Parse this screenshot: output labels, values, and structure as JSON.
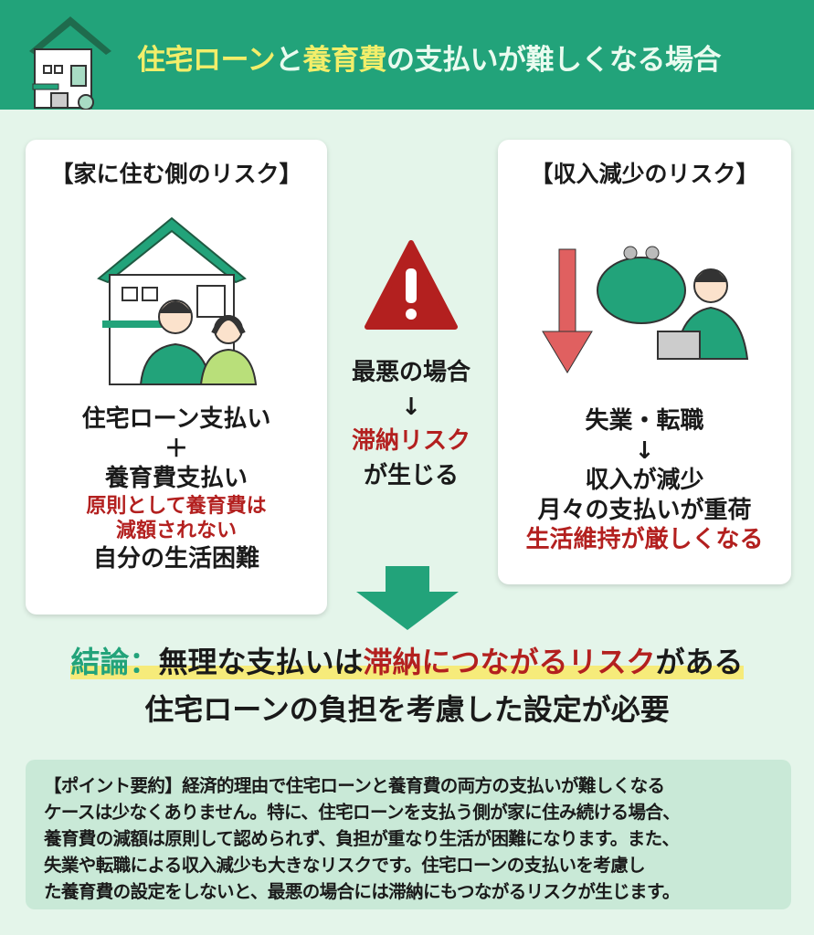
{
  "header": {
    "title_hl1": "住宅ローン",
    "title_mid": "と",
    "title_hl2": "養育費",
    "title_rest": "の支払いが難しくなる場合"
  },
  "left": {
    "title": "【家に住む側のリスク】",
    "line1": "住宅ローン支払い",
    "plus": "＋",
    "line2": "養育費支払い",
    "red1": "原則として養育費は",
    "red2": "減額されない",
    "line3": "自分の生活困難"
  },
  "center": {
    "worst": "最悪の場合",
    "arrow": "↓",
    "red": "滞納リスク",
    "result": "が生じる"
  },
  "right": {
    "title": "【収入減少のリスク】",
    "line1": "失業・転職",
    "arrow": "↓",
    "line2": "収入が減少",
    "line3": "月々の支払いが重荷",
    "red": "生活維持が厳しくなる"
  },
  "conclusion": {
    "label": "結論：",
    "a": "無理な支払いは",
    "hl": "滞納につながるリスク",
    "b": "がある",
    "line2": "住宅ローンの負担を考慮した設定が必要"
  },
  "summary": {
    "lines": [
      "【ポイント要約】経済的理由で住宅ローンと養育費の両方の支払いが難しくなる",
      "ケースは少なくありません。特に、住宅ローンを支払う側が家に住み続ける場合、",
      "養育費の減額は原則して認められず、負担が重なり生活が困難になります。また、",
      "失業や転職による収入減少も大きなリスクです。住宅ローンの支払いを考慮し",
      "た養育費の設定をしないと、最悪の場合には滞納にもつながるリスクが生じます。"
    ]
  },
  "colors": {
    "green": "#22a37a",
    "red": "#b3201f",
    "yellow": "#f2ee6a"
  }
}
